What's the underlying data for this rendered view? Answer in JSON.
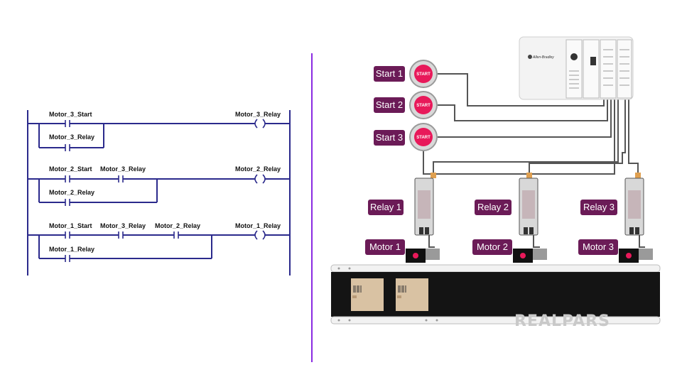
{
  "ladder": {
    "rungs": [
      {
        "contacts": [
          "Motor_3_Start"
        ],
        "branch": "Motor_3_Relay",
        "coil": "Motor_3_Relay"
      },
      {
        "contacts": [
          "Motor_2_Start",
          "Motor_3_Relay"
        ],
        "branch": "Motor_2_Relay",
        "coil": "Motor_2_Relay"
      },
      {
        "contacts": [
          "Motor_1_Start",
          "Motor_3_Relay",
          "Motor_2_Relay"
        ],
        "branch": "Motor_1_Relay",
        "coil": "Motor_1_Relay"
      }
    ]
  },
  "buttons": [
    {
      "label": "Start 1",
      "text": "START"
    },
    {
      "label": "Start 2",
      "text": "START"
    },
    {
      "label": "Start 3",
      "text": "START"
    }
  ],
  "relays": [
    {
      "label": "Relay 1"
    },
    {
      "label": "Relay 2"
    },
    {
      "label": "Relay 3"
    }
  ],
  "motors": [
    {
      "label": "Motor 1"
    },
    {
      "label": "Motor 2"
    },
    {
      "label": "Motor 3"
    }
  ],
  "plc": {
    "brand": "Allen-Bradley"
  },
  "logo": "REALPARS",
  "colors": {
    "rail": "#2b2a8c",
    "divider": "#8a2be2",
    "tag": "#6b1b57",
    "button": "#e8195a",
    "wire": "#555555"
  }
}
